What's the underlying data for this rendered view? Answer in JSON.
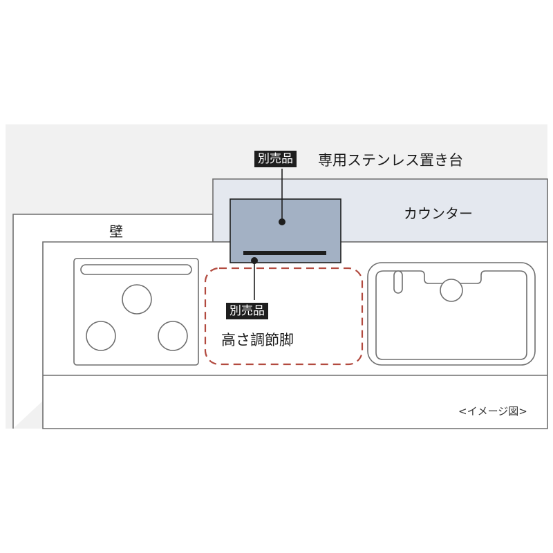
{
  "labels": {
    "stand_badge": "別売品",
    "stand_name": "専用ステンレス置き台",
    "counter": "カウンター",
    "wall": "壁",
    "legs_badge": "別売品",
    "legs_name": "高さ調節脚",
    "image_note": "<イメージ図>"
  },
  "colors": {
    "background_panel": "#f1f1f1",
    "counter_fill": "#e4e8ef",
    "stand_fill": "#a3b1c4",
    "outline": "#6e6e6e",
    "dashed_outline": "#b24a3f",
    "badge_bg": "#1e1e1e"
  }
}
